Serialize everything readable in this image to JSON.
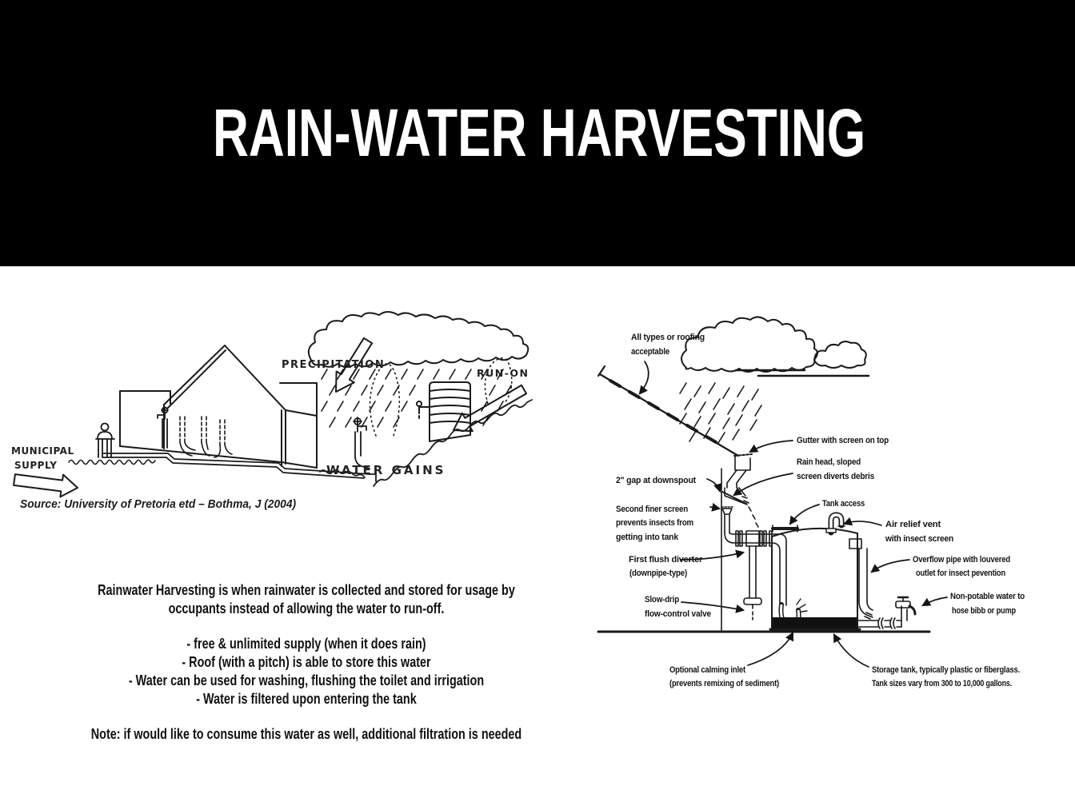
{
  "header": {
    "title": "RAIN-WATER HARVESTING",
    "background": "#000000",
    "text_color": "#ffffff"
  },
  "left_diagram": {
    "labels": {
      "municipal_supply": [
        "MUNICIPAL",
        "SUPPLY"
      ],
      "precipitation": "PRECIPITATION",
      "run_on": "RUN-ON",
      "water_gains": "WATER GAINS"
    },
    "source": "Source: University of Pretoria etd – Bothma, J (2004)"
  },
  "body_text": {
    "intro": [
      "Rainwater Harvesting is when rainwater is collected and stored for usage by",
      "occupants instead of allowing the water to run-off."
    ],
    "bullets": [
      "- free & unlimited supply (when it does rain)",
      "- Roof (with a pitch) is able to store this water",
      "- Water can be used for washing, flushing the toilet and irrigation",
      "- Water is filtered upon entering the tank"
    ],
    "note": "Note: if would like to consume this water as well, additional filtration is needed"
  },
  "right_diagram": {
    "labels": {
      "roofing": [
        "All types or roofing",
        "acceptable"
      ],
      "gutter": [
        "Gutter with screen on top"
      ],
      "rain_head": [
        "Rain head, sloped",
        "screen diverts debris"
      ],
      "downspout_gap": [
        "2\" gap at downspout"
      ],
      "second_screen": [
        "Second finer screen",
        "prevents insects from",
        "getting into tank"
      ],
      "tank_access": [
        "Tank access"
      ],
      "air_relief": [
        "Air relief vent",
        "with insect screen"
      ],
      "first_flush": [
        "First flush diverter",
        "(downpipe-type)"
      ],
      "overflow": [
        "Overflow pipe with louvered",
        "outlet for insect pevention"
      ],
      "slow_drip": [
        "Slow-drip",
        "flow-control valve"
      ],
      "non_potable": [
        "Non-potable water to",
        "hose bibb or pump"
      ],
      "calming_inlet": [
        "Optional calming inlet",
        "(prevents remixing of sediment)"
      ],
      "storage_tank": [
        "Storage tank, typically plastic or fiberglass.",
        "Tank sizes vary from 300 to 10,000 gallons."
      ]
    }
  },
  "colors": {
    "ink": "#1a1a1a",
    "header_bg": "#000000",
    "header_text": "#ffffff",
    "page_bg": "#ffffff"
  }
}
